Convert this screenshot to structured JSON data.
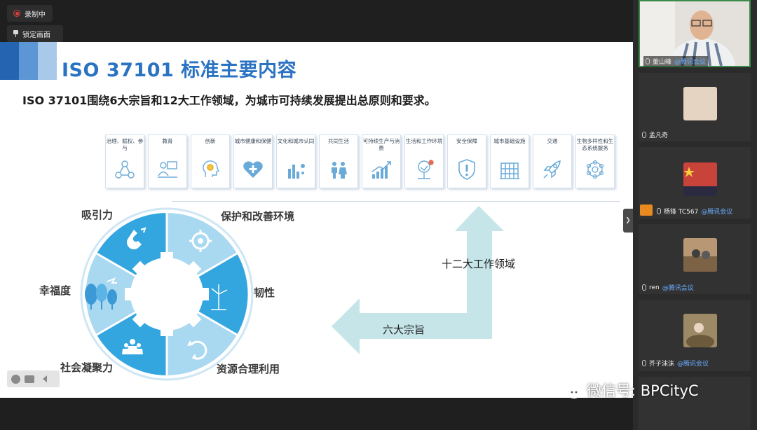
{
  "toolbar": {
    "recording_label": "录制中",
    "lock_label": "锁定画面"
  },
  "slide": {
    "title": "ISO 37101 标准主要内容",
    "subtitle": "ISO 37101围绕6大宗旨和12大工作领域，为城市可持续发展提出总原则和要求。",
    "domains": [
      {
        "label": "治理、赋权、参与",
        "icon": "network-icon"
      },
      {
        "label": "教育",
        "icon": "teacher-icon"
      },
      {
        "label": "创新",
        "icon": "bulb-head-icon"
      },
      {
        "label": "城市健康和保健",
        "icon": "heart-cross-icon"
      },
      {
        "label": "文化和城市认同",
        "icon": "music-icon"
      },
      {
        "label": "共同生活",
        "icon": "people-icon"
      },
      {
        "label": "可持续生产与消费",
        "icon": "growth-icon"
      },
      {
        "label": "生活和工作环境",
        "icon": "tree-icon"
      },
      {
        "label": "安全保障",
        "icon": "shield-icon"
      },
      {
        "label": "城市基础设施",
        "icon": "building-icon"
      },
      {
        "label": "交通",
        "icon": "rocket-icon"
      },
      {
        "label": "生物多样性和生态系统服务",
        "icon": "eco-icon"
      }
    ],
    "purposes": {
      "attractiveness": "吸引力",
      "environment": "保护和改善环境",
      "wellbeing": "幸福度",
      "resilience": "韧性",
      "cohesion": "社会凝聚力",
      "resource_use": "资源合理利用"
    },
    "arrow_up_label": "十二大工作领域",
    "arrow_left_label": "六大宗旨"
  },
  "participants": [
    {
      "name": "董山峰",
      "tag": "@腾讯会议",
      "thumb_color": "#c9b7a5"
    },
    {
      "name": "孟凡奇",
      "tag": "",
      "thumb_color": "#e6d4c3"
    },
    {
      "name": "杨锋 TC567",
      "tag": "@腾讯会议",
      "thumb_color": "#c8433a"
    },
    {
      "name": "ren",
      "tag": "@腾讯会议",
      "thumb_color": "#c6a788"
    },
    {
      "name": "芥子沫沫",
      "tag": "@腾讯会议",
      "thumb_color": "#8c7a5b"
    }
  ],
  "watermark": {
    "text": "微信号: BPCityC"
  },
  "colors": {
    "title_blue": "#2a72c2",
    "wheel_dark": "#33a6df",
    "wheel_light": "#a9d8f1",
    "arrow": "#c5e5e9"
  }
}
